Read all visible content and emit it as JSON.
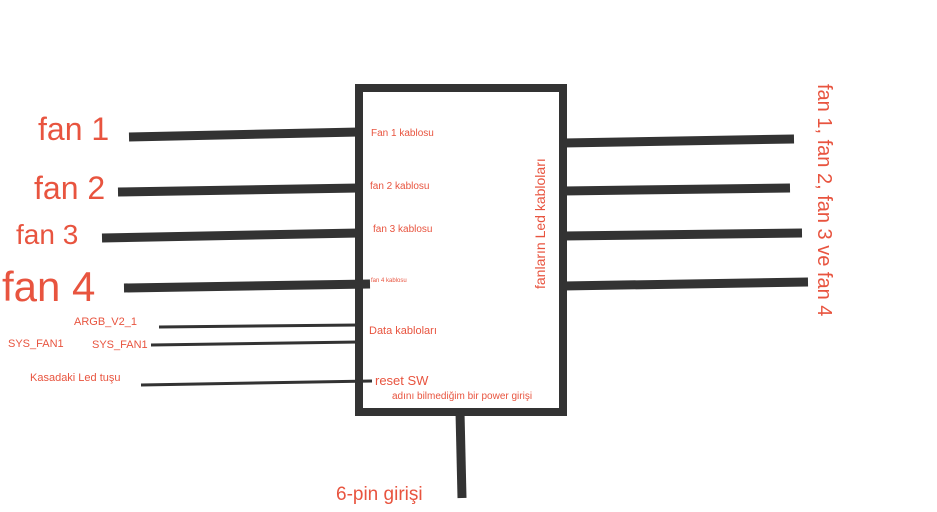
{
  "colors": {
    "wire": "#333333",
    "text": "#e8543f",
    "background": "#ffffff"
  },
  "left_labels": {
    "fan1": "fan 1",
    "fan2": "fan 2",
    "fan3": "fan 3",
    "fan4": "fan 4",
    "argb": "ARGB_V2_1",
    "sys_fan1_outer": "SYS_FAN1",
    "sys_fan1_inner": "SYS_FAN1",
    "case_led": "Kasadaki Led tuşu"
  },
  "box_labels": {
    "fan1_cable": "Fan 1 kablosu",
    "fan2_cable": "fan 2 kablosu",
    "fan3_cable": "fan 3 kablosu",
    "fan4_cable": "fan 4 kablosu",
    "data_cables": "Data kabloları",
    "reset_sw": "reset SW",
    "unknown_power": "adını bilmediğim bir power girişi",
    "fan_led_cables": "fanların Led kabloları"
  },
  "right_label": "fan 1, fan 2, fan 3 ve fan 4",
  "bottom_label": "6-pin girişi"
}
